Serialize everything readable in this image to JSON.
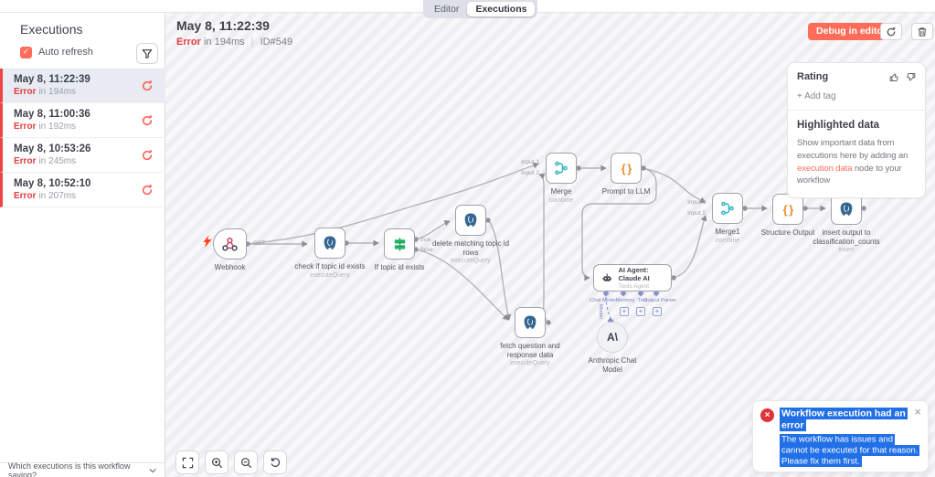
{
  "tabs": {
    "editor_label": "Editor",
    "executions_label": "Executions"
  },
  "sidebar": {
    "title": "Executions",
    "auto_refresh_label": "Auto refresh",
    "items": [
      {
        "date": "May 8, 11:22:39",
        "status": "Error",
        "duration": "in 194ms"
      },
      {
        "date": "May 8, 11:00:36",
        "status": "Error",
        "duration": "in 192ms"
      },
      {
        "date": "May 8, 10:53:26",
        "status": "Error",
        "duration": "in 245ms"
      },
      {
        "date": "May 8, 10:52:10",
        "status": "Error",
        "duration": "in 207ms"
      }
    ],
    "footer_question": "Which executions is this workflow saving?"
  },
  "header": {
    "title": "May 8, 11:22:39",
    "status": "Error",
    "duration": "in 194ms",
    "separator": "|",
    "execution_id": "ID#549",
    "debug_button_label": "Debug in editor"
  },
  "details_panel": {
    "rating_label": "Rating",
    "add_tag_label": "+ Add tag",
    "highlighted_data_title": "Highlighted data",
    "highlighted_data_text_before": "Show important data from executions here by adding an ",
    "highlighted_data_link": "execution data",
    "highlighted_data_text_after": " node to your workflow"
  },
  "error_toast": {
    "title": "Workflow execution had an error",
    "message": "The workflow has issues and cannot be executed for that reason. Please fix them first."
  },
  "workflow": {
    "nodes": [
      {
        "name": "Webhook",
        "subtitle": ""
      },
      {
        "name": "check if topic id exists",
        "subtitle": "executeQuery"
      },
      {
        "name": "If topic id exists",
        "subtitle": ""
      },
      {
        "name": "delete matching topic id rows",
        "subtitle": "executeQuery"
      },
      {
        "name": "Merge",
        "subtitle": "combine"
      },
      {
        "name": "Prompt to LLM",
        "subtitle": ""
      },
      {
        "name": "fetch question and response data",
        "subtitle": "executeQuery"
      },
      {
        "name": "AI Agent: Claude AI",
        "subtitle": "Tools Agent"
      },
      {
        "name": "Anthropic Chat Model",
        "subtitle": ""
      },
      {
        "name": "Merge1",
        "subtitle": "combine"
      },
      {
        "name": "Structure Output",
        "subtitle": ""
      },
      {
        "name": "insert output to classification_counts",
        "subtitle": "insert"
      }
    ],
    "edge_labels": {
      "webhook_method": "GET",
      "if_true": "true",
      "if_false": "false",
      "input1": "Input 1",
      "input2": "Input 2",
      "model": "Model"
    },
    "agent_ports": {
      "chat_model": "Chat Model",
      "memory": "Memory",
      "tool": "Tool",
      "output_parser": "Output Parser"
    }
  },
  "icons": {
    "braces_glyph": "{ }",
    "anthropic_glyph": "A\\",
    "plus_glyph": "+",
    "close_glyph": "×",
    "checkmark_glyph": "✓",
    "error_badge_glyph": "×"
  },
  "colors": {
    "accent": "#ff6d5a",
    "error_red": "#de3e3e",
    "selection_blue": "#2170e8",
    "postgres_blue": "#336791",
    "merge_teal": "#2bb3c0",
    "braces_orange": "#ef8c30",
    "if_green": "#24b062"
  }
}
